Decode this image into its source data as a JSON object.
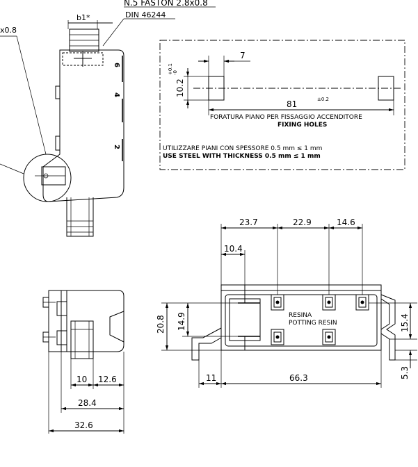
{
  "header": {
    "faston_label": "N.5 FASTON 2.8x0.8",
    "din_label": "DIN 46244",
    "left_cut_label": "x0.8",
    "b1_label": "b1*"
  },
  "side_view": {
    "pin_numbers": [
      "6",
      "4",
      "2"
    ]
  },
  "fixing_box": {
    "dim_7": "7",
    "dim_10_2": "10.2",
    "tol_10_2": "+0.1\n-0",
    "dim_81": "81",
    "tol_81": "±0.2",
    "fixing_it": "FORATURA PIANO PER FISSAGGIO ACCENDITORE",
    "fixing_en": "FIXING HOLES",
    "steel_it": "UTILIZZARE PIANI CON SPESSORE  0.5 mm ≤ 1 mm",
    "steel_en": "USE STEEL WITH THICKNESS   0.5 mm ≤ 1 mm"
  },
  "front_view": {
    "dim_10": "10",
    "dim_12_6": "12.6",
    "dim_28_4": "28.4",
    "dim_32_6": "32.6"
  },
  "bottom_view": {
    "dim_23_7": "23.7",
    "dim_22_9": "22.9",
    "dim_14_6": "14.6",
    "dim_10_4": "10.4",
    "dim_20_8": "20.8",
    "dim_14_9": "14.9",
    "dim_15_4": "15.4",
    "dim_5_3": "5.3",
    "dim_11": "11",
    "dim_66_3": "66.3",
    "resin_it": "RESINA",
    "resin_en": "POTTING RESIN"
  }
}
